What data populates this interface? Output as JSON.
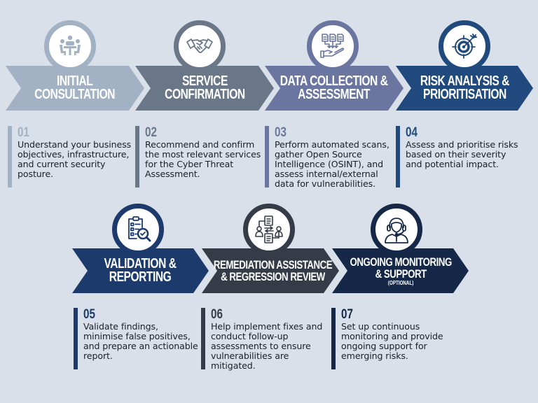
{
  "colors": {
    "background": "#d9e0e9",
    "step1": "#a2b1c3",
    "step2": "#6a7788",
    "step3": "#6b76a0",
    "step4": "#204a7d",
    "step5": "#1c3a6b",
    "step6": "#353c48",
    "step7": "#152848",
    "text": "#1b1f27",
    "white": "#ffffff"
  },
  "steps": [
    {
      "number": "01",
      "title_line1": "Initial",
      "title_line2": "Consultation",
      "icon": "meeting-table-icon",
      "description": "Understand your business objectives, infrastructure, and current security posture."
    },
    {
      "number": "02",
      "title_line1": "Service",
      "title_line2": "Confirmation",
      "icon": "handshake-icon",
      "description": "Recommend and confirm the most relevant services for the Cyber Threat Assessment."
    },
    {
      "number": "03",
      "title_line1": "Data Collection &",
      "title_line2": "Assessment",
      "icon": "documents-to-hand-icon",
      "description": "Perform automated scans, gather Open Source Intelligence (OSINT), and assess internal/external data for vulnerabilities."
    },
    {
      "number": "04",
      "title_line1": "Risk Analysis &",
      "title_line2": "Prioritisation",
      "icon": "target-icon",
      "description": "Assess and prioritise risks based on their severity and potential impact."
    },
    {
      "number": "05",
      "title_line1": "Validation &",
      "title_line2": "Reporting",
      "icon": "clipboard-magnifier-icon",
      "description": "Validate findings, minimise false positives, and prepare an actionable report."
    },
    {
      "number": "06",
      "title_line1": "Remediation Assistance",
      "title_line2": "& Regression Review",
      "icon": "people-exchange-icon",
      "description": "Help implement fixes and conduct follow-up assessments to ensure vulnerabilities are mitigated."
    },
    {
      "number": "07",
      "title_line1": "Ongoing Monitoring",
      "title_line2": "& Support",
      "title_note": "(Optional)",
      "icon": "headset-support-icon",
      "description": "Set up continuous monitoring and provide ongoing support for emerging risks."
    }
  ]
}
